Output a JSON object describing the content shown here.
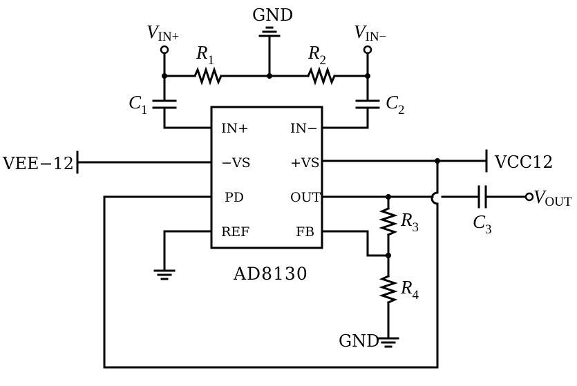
{
  "chip": {
    "name": "AD8130",
    "pins": {
      "in_plus": "IN+",
      "in_minus": "IN−",
      "minus_vs": "−VS",
      "plus_vs": "+VS",
      "pd": "PD",
      "out": "OUT",
      "ref": "REF",
      "fb": "FB"
    }
  },
  "rails": {
    "vee": "VEE−12",
    "vcc": "VCC12",
    "gnd_top": "GND",
    "gnd_bottom": "GND"
  },
  "terminals": {
    "vin_plus": {
      "main": "V",
      "sub": "IN+"
    },
    "vin_minus": {
      "main": "V",
      "sub": "IN−"
    },
    "vout": {
      "main": "V",
      "sub": "OUT"
    }
  },
  "components": {
    "r1": {
      "main": "R",
      "sub": "1"
    },
    "r2": {
      "main": "R",
      "sub": "2"
    },
    "r3": {
      "main": "R",
      "sub": "3"
    },
    "r4": {
      "main": "R",
      "sub": "4"
    },
    "c1": {
      "main": "C",
      "sub": "1"
    },
    "c2": {
      "main": "C",
      "sub": "2"
    },
    "c3": {
      "main": "C",
      "sub": "3"
    }
  }
}
